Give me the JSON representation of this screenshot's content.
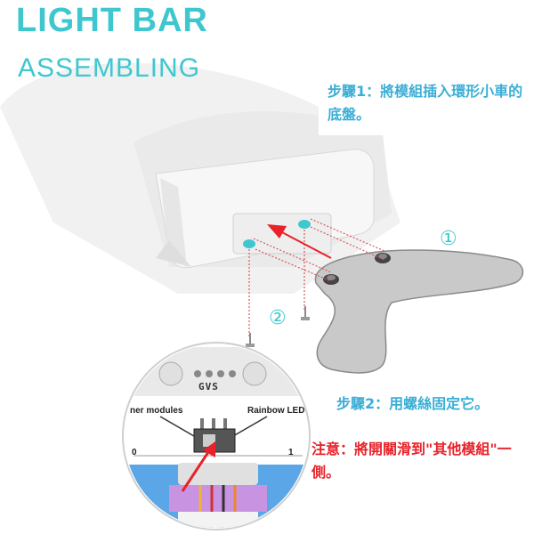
{
  "title": {
    "main": "LIGHT BAR",
    "sub": "ASSEMBLING"
  },
  "steps": {
    "step1": "步驟1：將模組插入環形小車的底盤。",
    "step2": "步驟2：用螺絲固定它。",
    "note": "注意：將開關滑到\"其他模組\"一側。"
  },
  "markers": {
    "one": "①",
    "two": "②"
  },
  "inset": {
    "chip_label": "GVS",
    "left_label": "ner modules",
    "right_label": "Rainbow LED",
    "left_value": "0",
    "right_value": "1"
  },
  "colors": {
    "accent": "#3ec7cf",
    "step_text": "#3aaed6",
    "warning": "#e8212a",
    "arrow": "#e8212a"
  }
}
